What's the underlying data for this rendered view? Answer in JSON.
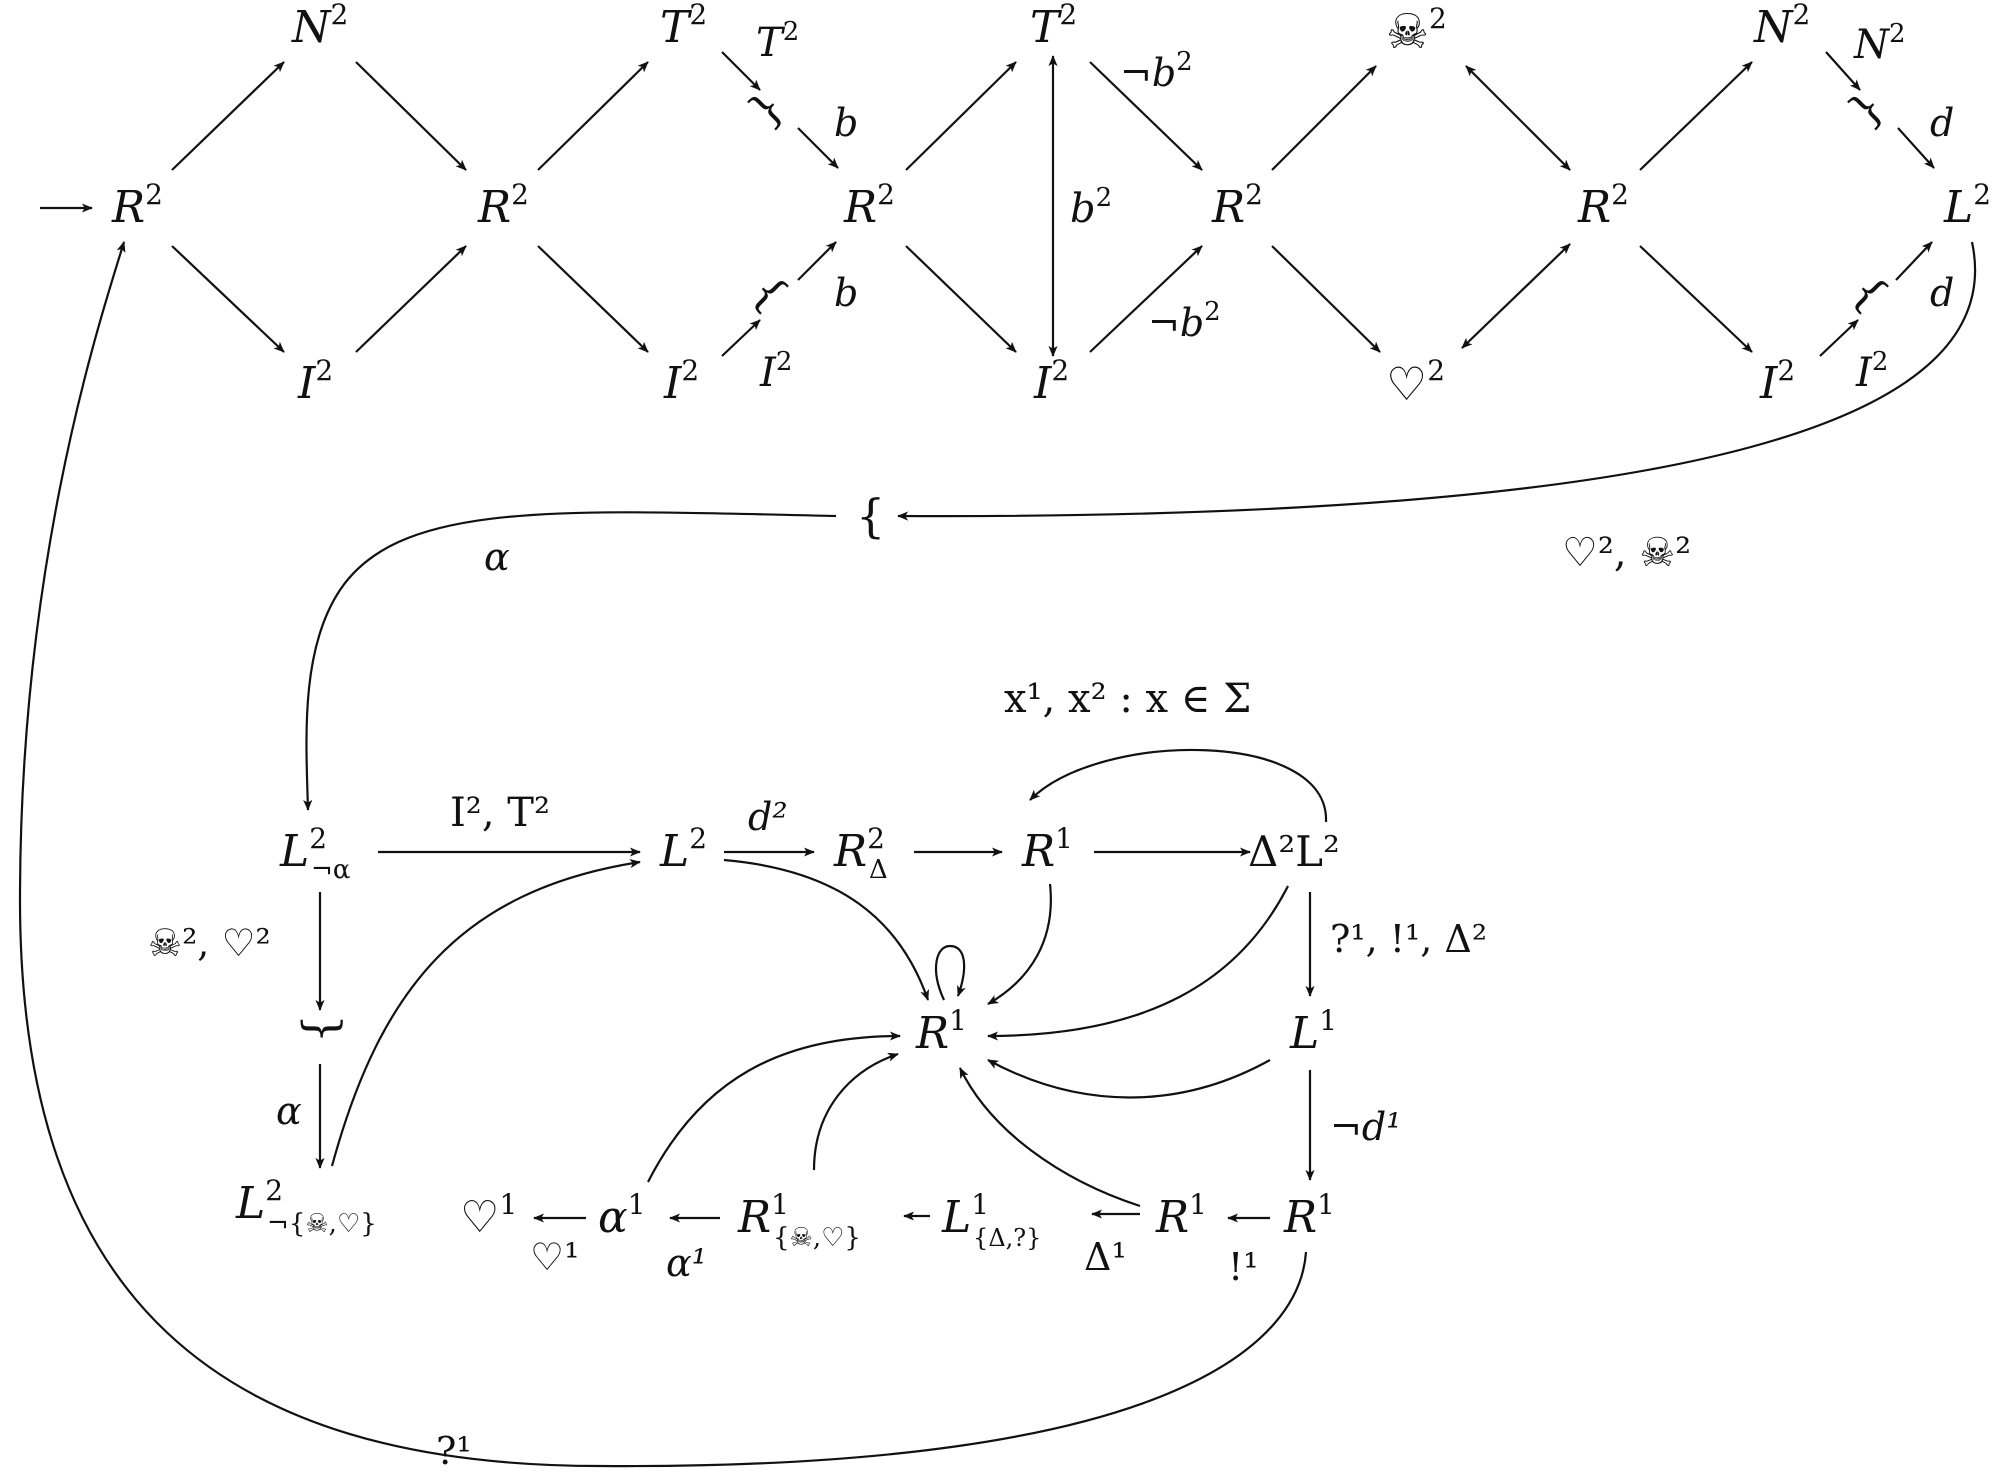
{
  "labels": {
    "n_r2_0": "R",
    "n_n2_0": "N",
    "n_i2_0": "I",
    "n_r2_1": "R",
    "n_t2_1": "T",
    "n_i2_1": "I",
    "n_t2_1b": "T",
    "n_i2_1b": "I",
    "n_r2_2": "R",
    "n_t2_2": "T",
    "n_i2_2": "I",
    "n_r2_3": "R",
    "n_skull2_3": "☠",
    "n_heart2_3": "♡",
    "n_r2_4": "R",
    "n_n2_5": "N",
    "n_n2_5b": "N",
    "n_i2_5": "I",
    "n_i2_5b": "I",
    "n_l2_5": "L",
    "n_brace_top": "{",
    "n_l2_na": "L",
    "n_brace_mid": "}",
    "n_l2_nsh": "L",
    "n_l2_c": "L",
    "n_r2_delta": "R",
    "n_r1_c": "R",
    "n_delta2l2": "Δ²L²",
    "n_r1_center": "R",
    "n_l1_right": "L",
    "n_r1_right": "R",
    "n_r1_mid": "R",
    "n_l1_dq": "L",
    "n_r1_sh": "R",
    "n_alpha1": "α",
    "n_heart1": "♡"
  },
  "sup2": "2",
  "sup1": "1",
  "edge_labels": {
    "e_b_top": "b",
    "e_b_bot": "b",
    "e_b2_vert": "b",
    "e_notb2_top": "¬b",
    "e_notb2_bot": "¬b",
    "e_d_top": "d",
    "e_d_bot": "d",
    "e_heart_skull": "♡², ☠²",
    "e_alpha_top": "α",
    "e_skull_heart_left": "☠², ♡²",
    "e_alpha_left": "α",
    "e_i2t2": "I², T²",
    "e_d2": "d²",
    "e_sigma": "x¹, x² : x ∈ Σ",
    "e_q_bang_delta": "?¹, !¹, Δ²",
    "e_notd1": "¬d¹",
    "e_bang1": "!¹",
    "e_delta1": "Δ¹",
    "e_alpha1": "α¹",
    "e_heart1": "♡¹",
    "e_q1": "?¹"
  },
  "subscripts": {
    "s_not_alpha": "¬α",
    "s_not_skull_heart": "¬{☠,♡}",
    "s_delta": "Δ",
    "s_delta_q": "{Δ,?}",
    "s_skull_heart": "{☠,♡}"
  }
}
